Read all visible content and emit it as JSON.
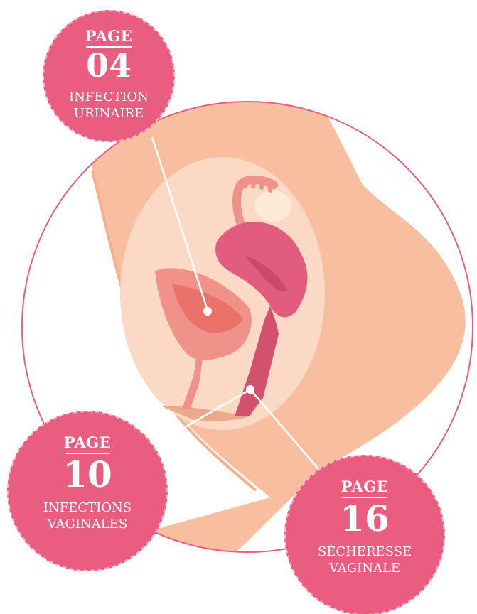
{
  "badges": [
    {
      "page_label": "PAGE",
      "number": "04",
      "line1": "INFECTION",
      "line2": "URINAIRE"
    },
    {
      "page_label": "PAGE",
      "number": "10",
      "line1": "INFECTIONS",
      "line2": "VAGINALES"
    },
    {
      "page_label": "PAGE",
      "number": "16",
      "line1": "SÈCHERESSE",
      "line2": "VAGINALE"
    }
  ],
  "colors": {
    "badge": "#e85d80",
    "ring": "#e85d80",
    "skin": "#f7bfa0",
    "inner": "#fcd9c4",
    "uterus": "#e25c7e",
    "bladder": "#f1928a",
    "bladder_inner": "#e9736b",
    "ovary": "#fdebd6"
  }
}
